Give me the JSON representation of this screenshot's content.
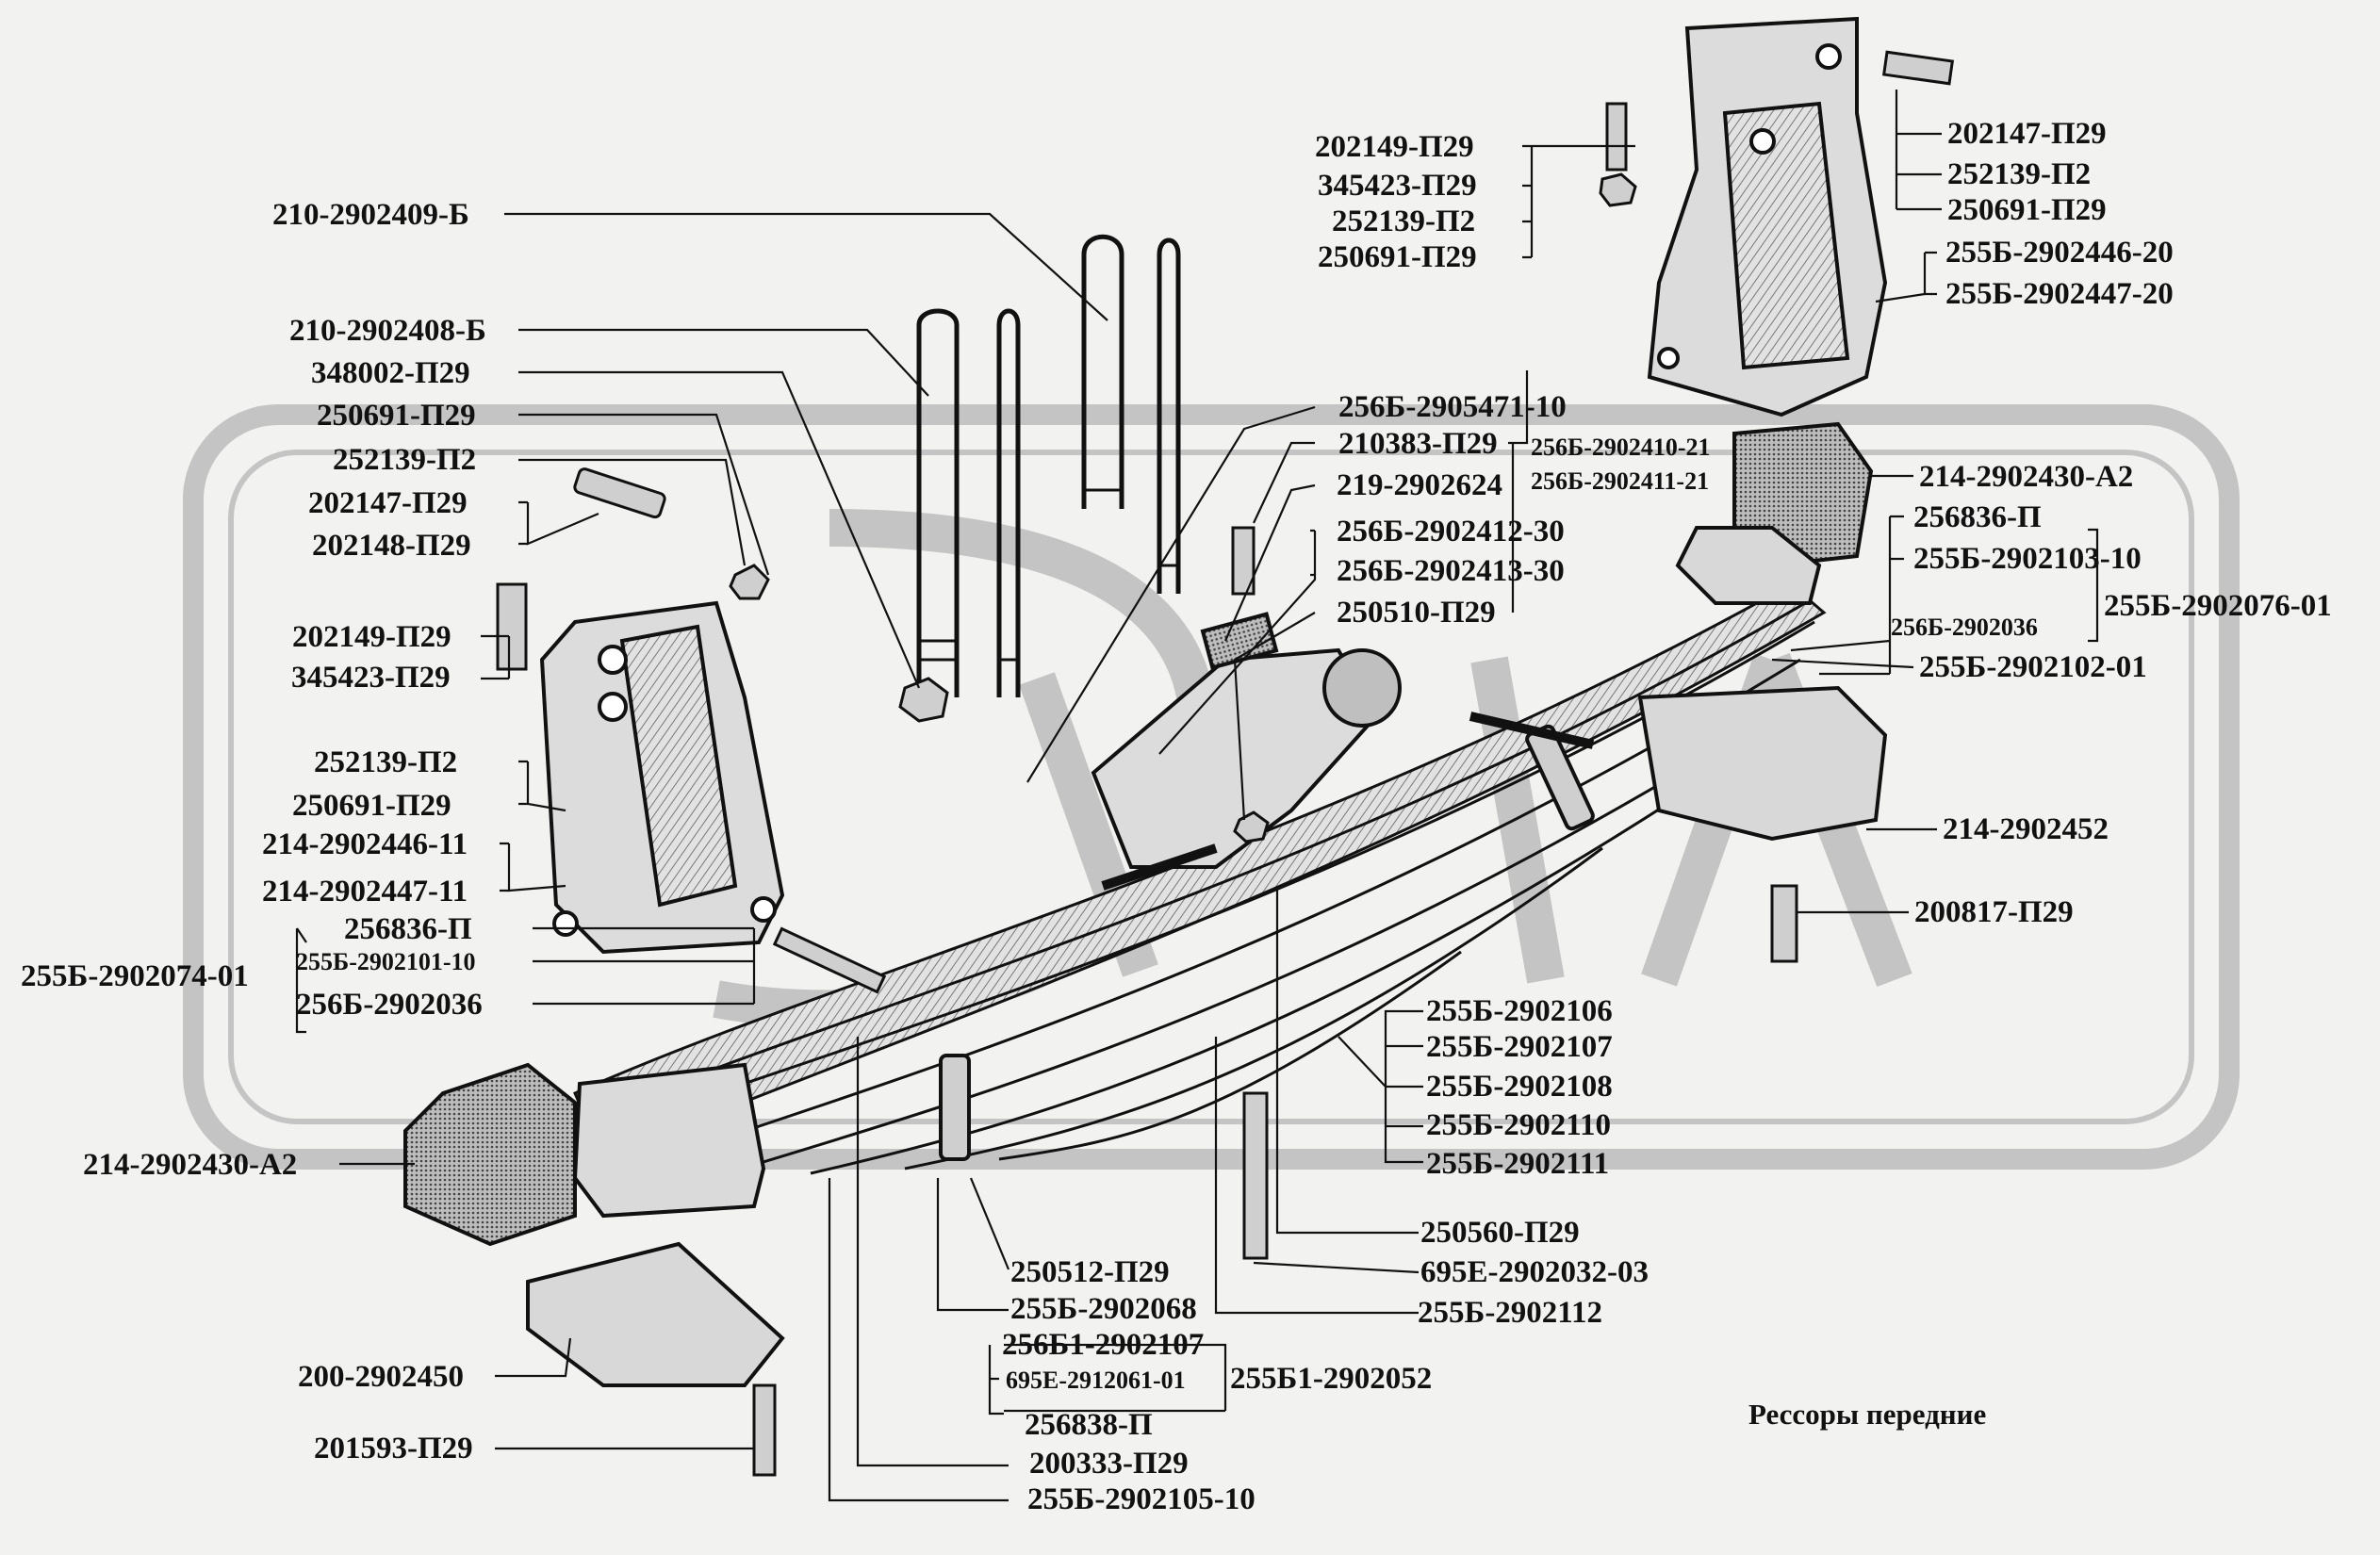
{
  "caption": "Рессоры передние",
  "labels": {
    "l_210_2902409_b": "210-2902409-Б",
    "l_210_2902408_b": "210-2902408-Б",
    "l_348002_p29": "348002-П29",
    "l_250691_p29_a": "250691-П29",
    "l_252139_p2_a": "252139-П2",
    "l_202147_p29_a": "202147-П29",
    "l_202148_p29": "202148-П29",
    "l_202149_p29_a": "202149-П29",
    "l_345423_p29_a": "345423-П29",
    "l_252139_p2_b": "252139-П2",
    "l_250691_p29_b": "250691-П29",
    "l_214_2902446_11": "214-2902446-11",
    "l_214_2902447_11": "214-2902447-11",
    "l_256836_p_a": "256836-П",
    "l_255b_2902101_10": "255Б-2902101-10",
    "l_256b_2902036_a": "256Б-2902036",
    "l_255b_2902074_01": "255Б-2902074-01",
    "l_214_2902430_a2_a": "214-2902430-А2",
    "l_200_2902450": "200-2902450",
    "l_201593_p29": "201593-П29",
    "l_202149_p29_b": "202149-П29",
    "l_345423_p29_b": "345423-П29",
    "l_252139_p2_c": "252139-П2",
    "l_250691_p29_c": "250691-П29",
    "l_202147_p29_b": "202147-П29",
    "l_252139_p2_d": "252139-П2",
    "l_250691_p29_d": "250691-П29",
    "l_255b_2902446_20": "255Б-2902446-20",
    "l_255b_2902447_20": "255Б-2902447-20",
    "l_256b_2905471_10": "256Б-2905471-10",
    "l_210383_p29": "210383-П29",
    "l_256b_2902410_21": "256Б-2902410-21",
    "l_256b_2902411_21": "256Б-2902411-21",
    "l_219_2902624": "219-2902624",
    "l_256b_2902412_30": "256Б-2902412-30",
    "l_256b_2902413_30": "256Б-2902413-30",
    "l_250510_p29": "250510-П29",
    "l_214_2902430_a2_b": "214-2902430-А2",
    "l_256836_p_b": "256836-П",
    "l_255b_2902103_10": "255Б-2902103-10",
    "l_256b_2902036_b": "256Б-2902036",
    "l_255b_2902076_01": "255Б-2902076-01",
    "l_255b_2902102_01": "255Б-2902102-01",
    "l_214_2902452": "214-2902452",
    "l_200817_p29": "200817-П29",
    "l_255b_2902106": "255Б-2902106",
    "l_255b_2902107": "255Б-2902107",
    "l_255b_2902108": "255Б-2902108",
    "l_255b_2902110": "255Б-2902110",
    "l_255b_2902111": "255Б-2902111",
    "l_250560_p29": "250560-П29",
    "l_695e_2902032_03": "695Е-2902032-03",
    "l_255b_2902112": "255Б-2902112",
    "l_250512_p29": "250512-П29",
    "l_255b_2902068": "255Б-2902068",
    "l_256b1_2902107": "256Б1-2902107",
    "l_695e_2912061_01": "695Е-2912061-01",
    "l_255b1_2902052": "255Б1-2902052",
    "l_256838_p": "256838-П",
    "l_200333_p29": "200333-П29",
    "l_255b_2902105_10": "255Б-2902105-10"
  },
  "colors": {
    "line": "#111111",
    "part_fill": "#d9d9d9",
    "part_dark": "#555555",
    "watermark": "#b9b9b9"
  }
}
